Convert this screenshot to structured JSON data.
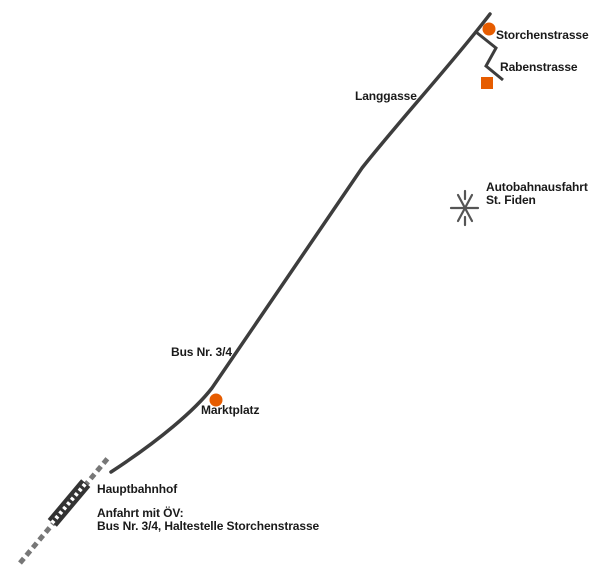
{
  "map": {
    "labels": {
      "storchenstrasse": "Storchenstrasse",
      "rabenstrasse": "Rabenstrasse",
      "langgasse": "Langgasse",
      "autobahn_line1": "Autobahnausfahrt",
      "autobahn_line2": "St. Fiden",
      "bus": "Bus Nr. 3/4",
      "marktplatz": "Marktplatz",
      "hauptbahnhof": "Hauptbahnhof",
      "oev_line1": "Anfahrt mit ÖV:",
      "oev_line2": "Bus Nr. 3/4, Haltestelle Storchenstrasse"
    },
    "icons": {
      "bus_stop": "circle-marker-icon",
      "destination": "square-marker-icon",
      "motorway_exit": "motorway-exit-icon",
      "railway": "railway-track-icon"
    },
    "colors": {
      "route": "#3d3d3d",
      "marker": "#e65c00",
      "railway": "#333333",
      "railway_dash": "#777777",
      "motorway_exit": "#555555"
    }
  }
}
